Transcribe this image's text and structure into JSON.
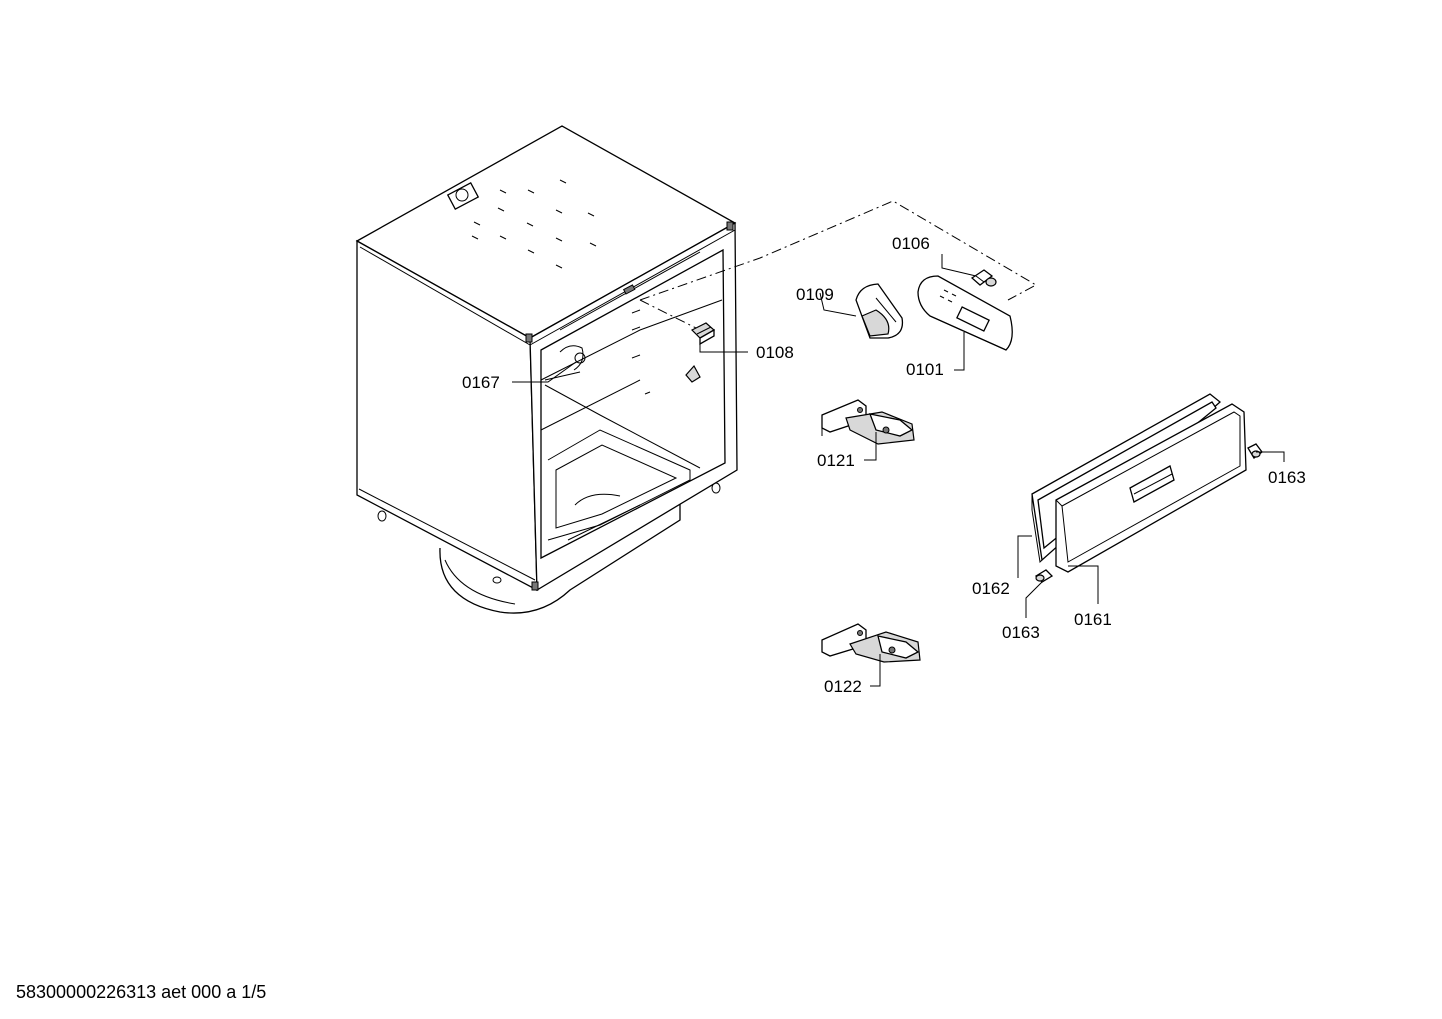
{
  "parts": {
    "p0106": "0106",
    "p0109": "0109",
    "p0108": "0108",
    "p0101": "0101",
    "p0167": "0167",
    "p0121": "0121",
    "p0163a": "0163",
    "p0162": "0162",
    "p0163b": "0163",
    "p0161": "0161",
    "p0122": "0122"
  },
  "footer": {
    "doc_id": "58300000226313 aet 000 a 1/5"
  }
}
